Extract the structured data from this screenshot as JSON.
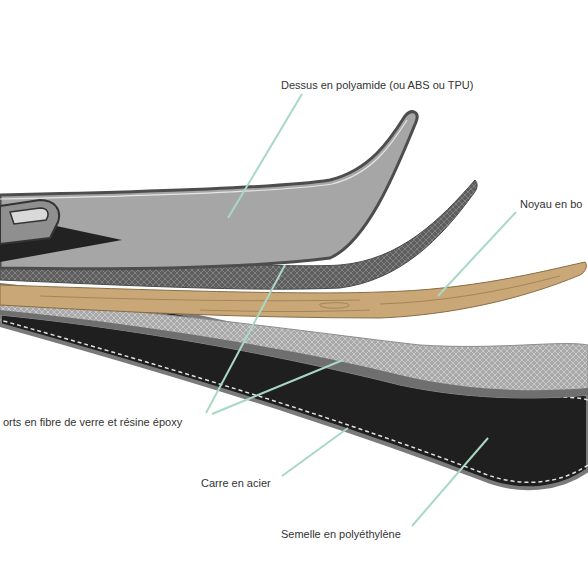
{
  "diagram": {
    "labels": [
      "Dessus en polyamide (ou ABS ou TPU)",
      "Noyau en bo",
      "orts en fibre de verre et résine époxy",
      "Carre en acier",
      "Semelle en polyéthylène"
    ]
  }
}
